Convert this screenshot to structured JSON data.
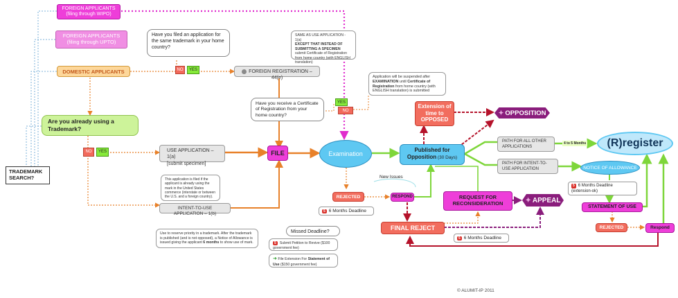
{
  "colors": {
    "magenta": "#ee3ed9",
    "orange": "#e8812a",
    "green": "#8ee53f",
    "cyan": "#5ec8f2",
    "red": "#f26d5e",
    "purple": "#8a1d7c",
    "dark_red": "#b5122a",
    "peach": "#fdd79a",
    "lime": "#cdf39a"
  },
  "icons": [
    "warning-badge-icon",
    "arrow-icon"
  ],
  "nodes": {
    "foreign_wipo": "FOREIGN APPLICANTS\n(filing through WIPO)",
    "foreign_upto": "FOREIGN APPLICANTS\n(filing through UPTO)",
    "domestic": "DOMESTIC APPLICANTS",
    "q_filed": "Have you filed an application for the same trademark in your home country?",
    "no1": "NO",
    "yes1": "YES",
    "foreign_reg": "FOREIGN REGISTRATION – 44(e)",
    "same_as_use_1": "SAME AS USE APPLICATION - 1(a)",
    "same_as_use_2": "EXCEPT THAT INSTEAD OF SUBMITTING A SPECIMEN",
    "same_as_use_3": "submit Certificate of Registration from home country (with ENGLISH translation)",
    "suspended_1": "Application will be suspended after ",
    "suspended_2": "EXAMINATION",
    "suspended_3": " until ",
    "suspended_4": "Certificate of Registration",
    "suspended_5": " from home country (with ENGLISH translation) is submitted",
    "yes2": "YES",
    "no2": "NO",
    "q_certificate": "Have you receive a Certificate of Registration from your home country?",
    "q_using": "Are you already using a Trademark?",
    "no3": "NO",
    "yes3": "YES",
    "use_app": "USE APPLICATION – 1(a)\n[submit specimen]",
    "use_note": "This application is filed if the applicant is already using the mark in the United States commerce (interstate or between the U.S. and a foreign country).",
    "itu_app": "INTENT-TO-USE APPLICATION – 1(b)",
    "itu_note_1": "Use to reserve priority in a trademark. After the trademark is published (and is not opposed), a Notice of Allowance is issued giving the applicant ",
    "itu_note_2": "6 months",
    "itu_note_3": " to show use of mark.",
    "search": "TRADEMARK SEARCH?",
    "file": "FILE",
    "examination": "Examination",
    "rejected1": "REJECTED",
    "deadline1": "6 Months Deadline",
    "new_issues": "New Issues",
    "respond1": "RESPOND",
    "final_reject": "FINAL REJECT",
    "missed_deadline": "Missed Deadline?",
    "missed_1": "Submit Petition to Revive ($100 government fee)",
    "missed_2a": "File Extension For ",
    "missed_2b": "Statement of Use",
    "missed_2c": " ($150 government fee)",
    "extension": "Extension of time to OPPOSED",
    "opposition": "OPPOSITION",
    "published_1": "Published for Opposition",
    "published_2": " (30 Days)",
    "reconsideration": "REQUEST FOR RECONSIDERATION",
    "appeal": "APPEAL",
    "deadline2": "6 Months Deadline",
    "path_other": "PATH FOR ALL OTHER APPLICATIONS",
    "path_itu": "PATH FOR INTENT-TO-USE APPLICATION",
    "months_label": "4 to 5 Months",
    "register": "(R)register",
    "notice": "NOTICE OF ALLOWANCE",
    "deadline3": "6 Months Deadline (extension-ok)",
    "statement": "STATEMENT OF USE",
    "rejected2": "REJECTED",
    "respond2": "Respond",
    "copyright": "© ALUMIT-IP 2011"
  }
}
